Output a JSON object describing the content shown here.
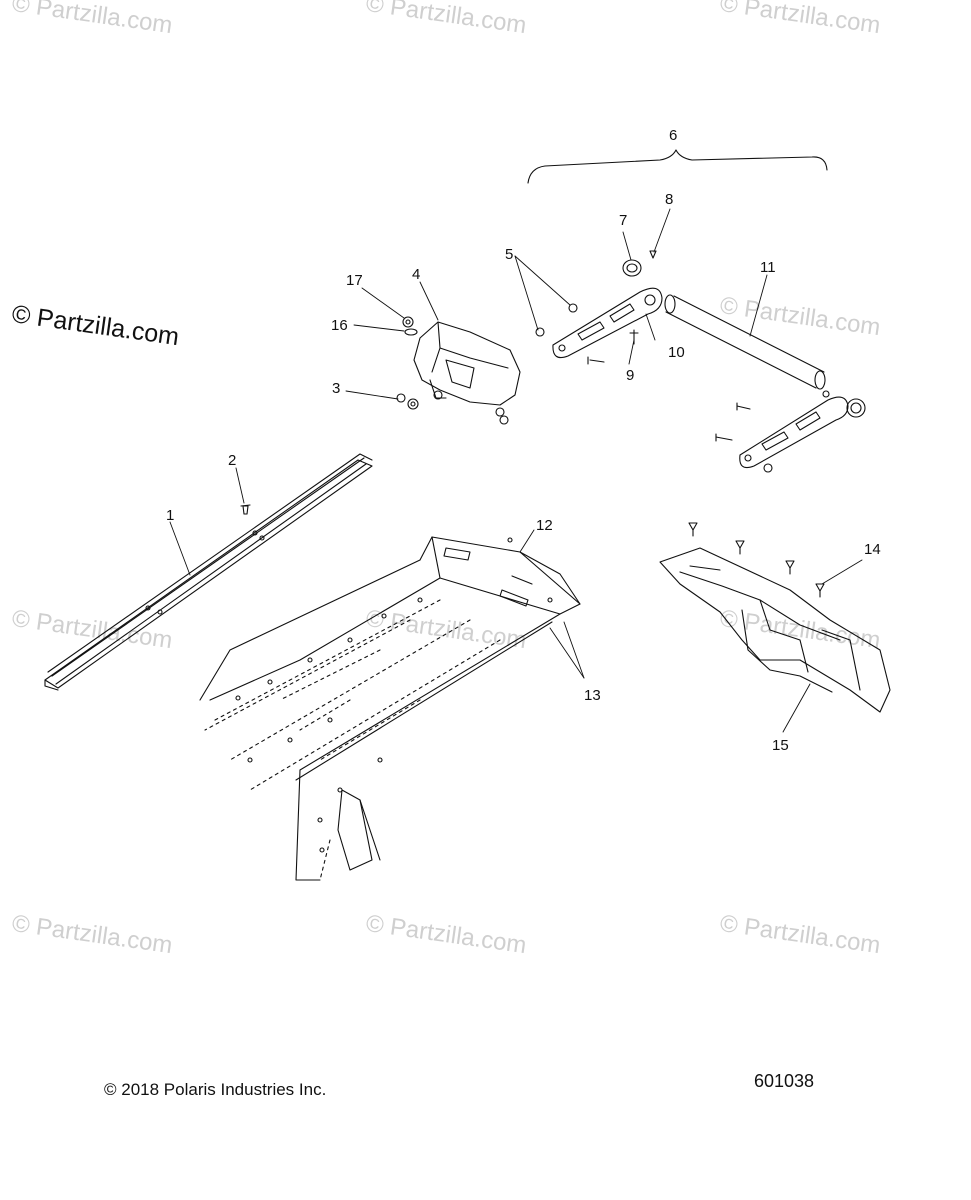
{
  "watermark": "© Partzilla.com",
  "copyright": "© 2018 Polaris Industries Inc.",
  "figure_number": "601038",
  "callouts": [
    "1",
    "2",
    "3",
    "4",
    "5",
    "6",
    "7",
    "8",
    "9",
    "10",
    "11",
    "12",
    "13",
    "14",
    "15",
    "16",
    "17"
  ]
}
